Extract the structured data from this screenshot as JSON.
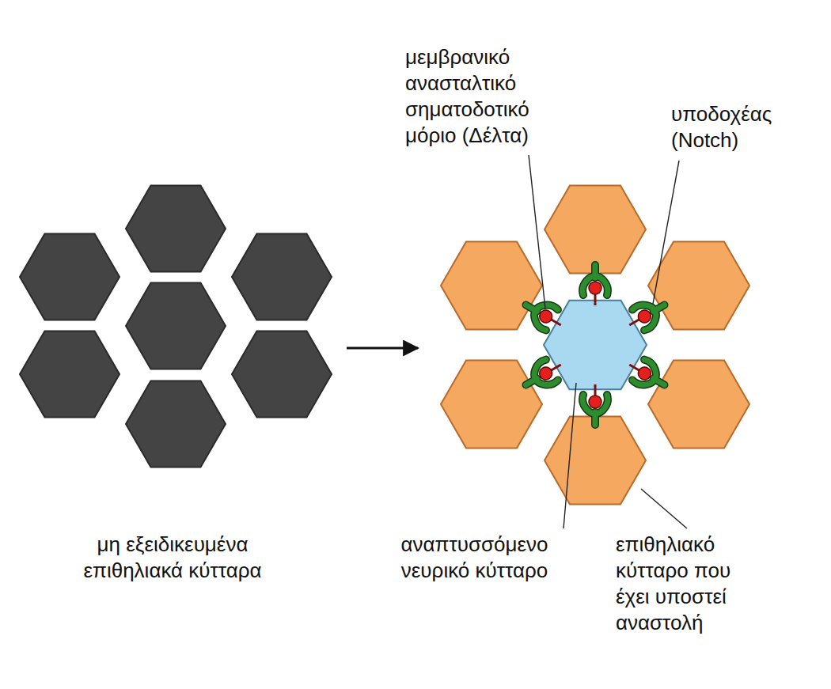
{
  "diagram": {
    "labels": [
      "μεμβρανικό ανασταλτικό σηματοδοτικό μόριο (Δέλτα)",
      "υποδοχέας (Notch)",
      "μη εξειδικευμένα επιθηλιακά κύτταρα",
      "αναπτυσσόμενο νευρικό κύτταρο",
      "επιθηλιακό κύτταρο που έχει υποστεί αναστολή"
    ]
  }
}
